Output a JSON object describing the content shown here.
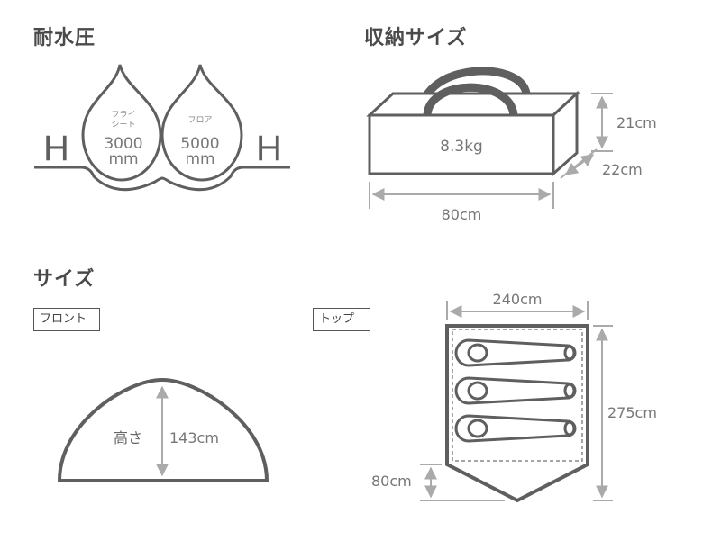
{
  "headings": {
    "water": "耐水圧",
    "storage": "収納サイズ",
    "size": "サイズ"
  },
  "water": {
    "h_left": "H",
    "h_right": "H",
    "fly_label_1": "フライ",
    "fly_label_2": "シート",
    "fly_value": "3000",
    "fly_unit": "mm",
    "floor_label": "フロア",
    "floor_value": "5000",
    "floor_unit": "mm"
  },
  "storage": {
    "weight": "8.3kg",
    "height": "21cm",
    "depth": "22cm",
    "width": "80cm"
  },
  "front": {
    "label": "フロント",
    "height_label": "高さ",
    "height_value": "143cm"
  },
  "top": {
    "label": "トップ",
    "width": "240cm",
    "length": "275cm",
    "vestibule": "80cm"
  },
  "colors": {
    "line": "#5f5f5f",
    "arrow": "#aaaaaa",
    "text": "#777777"
  }
}
